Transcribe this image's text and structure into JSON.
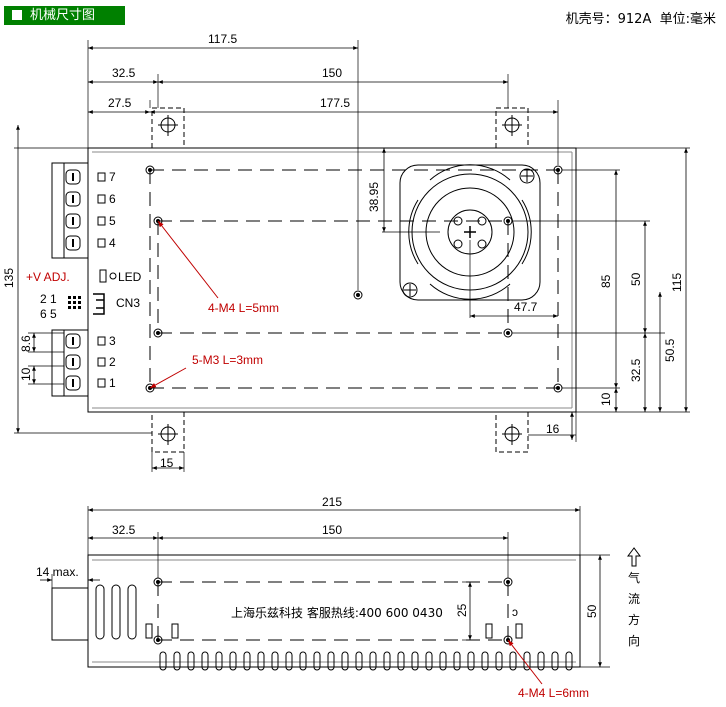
{
  "header": {
    "title": "机械尺寸图",
    "model_label": "机壳号：912A",
    "unit_label": "单位:毫米"
  },
  "top_view": {
    "dims": {
      "d117_5": "117.5",
      "d32_5": "32.5",
      "d150": "150",
      "d27_5": "27.5",
      "d177_5": "177.5",
      "d38_95": "38.95",
      "d135": "135",
      "d8_6": "8.6",
      "d10_left": "10",
      "d85": "85",
      "d50": "50",
      "d115": "115",
      "d47_7": "47.7",
      "d50_5": "50.5",
      "d32_5_right": "32.5",
      "d10_right": "10",
      "d15": "15",
      "d16": "16"
    },
    "terminals_upper": [
      "7",
      "6",
      "5",
      "4"
    ],
    "terminals_lower": [
      "3",
      "2",
      "1"
    ],
    "vadj_label": "+V ADJ.",
    "led_label": "LED",
    "cn3_label": "CN3",
    "cn3_pins_top": "2 1",
    "cn3_pins_bottom": "6 5",
    "callout_m4": "4-M4 L=5mm",
    "callout_m3": "5-M3 L=3mm"
  },
  "side_view": {
    "dims": {
      "d215": "215",
      "d32_5": "32.5",
      "d150": "150",
      "d14max": "14 max.",
      "d25": "25",
      "d50": "50"
    },
    "company_text": "上海乐兹科技 客服热线:400 600 0430",
    "airflow_label": [
      "气",
      "流",
      "方",
      "向"
    ],
    "callout_m4": "4-M4 L=6mm"
  }
}
